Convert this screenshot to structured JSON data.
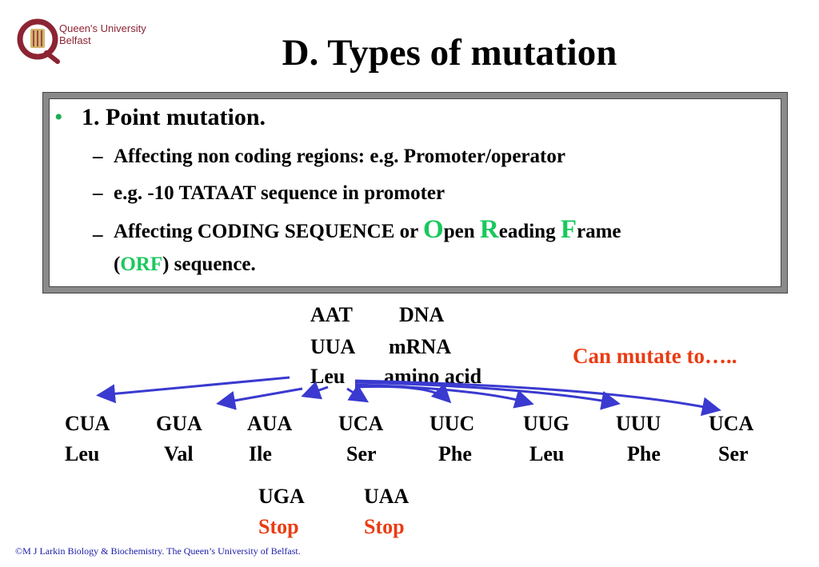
{
  "logo": {
    "name": "Queen's University Belfast",
    "line1": "Queen's University",
    "line2": "Belfast",
    "colors": {
      "maroon": "#8c2433",
      "gold": "#c8a24a"
    }
  },
  "title": "D.  Types of mutation",
  "box": {
    "bullet_symbol": "•",
    "bullet": "1.  Point mutation.",
    "dash": "–",
    "items": [
      "Affecting non coding regions: e.g.  Promoter/operator",
      "e.g.  -10 TATAAT sequence in promoter"
    ],
    "orf_item": {
      "part1": "Affecting CODING SEQUENCE or ",
      "O": "O",
      "pen": "pen ",
      "R": "R",
      "eading": "eading ",
      "F": "F",
      "rame": "rame",
      "open_paren": "(",
      "ORF": "ORF",
      "close": ") sequence."
    }
  },
  "original": {
    "dna_codon": "AAT",
    "dna_label": "DNA",
    "mrna_codon": "UUA",
    "mrna_label": "mRNA",
    "aa": "Leu",
    "aa_label": "amino acid"
  },
  "can_mutate": "Can mutate to…..",
  "mutants": [
    {
      "codon": "CUA",
      "aa": "Leu"
    },
    {
      "codon": "GUA",
      "aa": "Val"
    },
    {
      "codon": "AUA",
      "aa": "Ile"
    },
    {
      "codon": "UCA",
      "aa": "Ser"
    },
    {
      "codon": "UUC",
      "aa": "Phe"
    },
    {
      "codon": "UUG",
      "aa": "Leu"
    },
    {
      "codon": "UUU",
      "aa": "Phe"
    },
    {
      "codon": "UCA",
      "aa": "Ser"
    }
  ],
  "stops": [
    {
      "codon": "UGA",
      "aa": "Stop"
    },
    {
      "codon": "UAA",
      "aa": "Stop"
    }
  ],
  "credit": "©M J Larkin  Biology & Biochemistry. The  Queen’s University of Belfast.",
  "colors": {
    "bullet": "#1bae53",
    "highlight": "#19c85c",
    "red": "#ea3b12",
    "arrow": "#3a3ad0",
    "credit": "#1a1aa8"
  }
}
